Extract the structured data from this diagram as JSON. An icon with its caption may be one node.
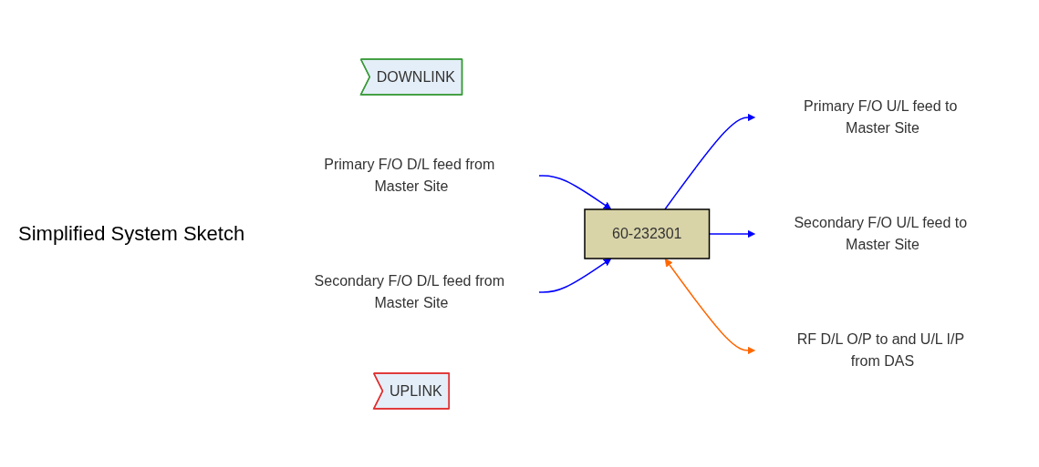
{
  "diagram": {
    "title": "Simplified System Sketch",
    "nodes": [
      {
        "text": [
          "DOWNLINK"
        ]
      },
      {
        "text": [
          "Primary F/O D/L feed from Master Site"
        ]
      },
      {
        "text": [
          "Secondary F/O D/L feed from Master Site"
        ]
      },
      {
        "text": [
          "Primary F/O U/L feed to Master Site"
        ]
      },
      {
        "text": [
          "Secondary F/O U/L feed to Master Site"
        ]
      },
      {
        "text": [
          "60-232301"
        ]
      },
      {
        "text": [
          "RF D/L O/P to and U/L I/P from DAS"
        ]
      },
      {
        "text": [
          "UPLINK"
        ]
      }
    ],
    "edges": [
      {
        "from": 1,
        "to": 5,
        "arrow": "to"
      },
      {
        "from": 2,
        "to": 5,
        "arrow": "to"
      },
      {
        "from": 5,
        "to": 3,
        "arrow": "to"
      },
      {
        "from": 5,
        "to": 4,
        "arrow": "to"
      },
      {
        "from": 5,
        "to": 6,
        "arrow": "both",
        "color": "#ff6600"
      }
    ]
  }
}
